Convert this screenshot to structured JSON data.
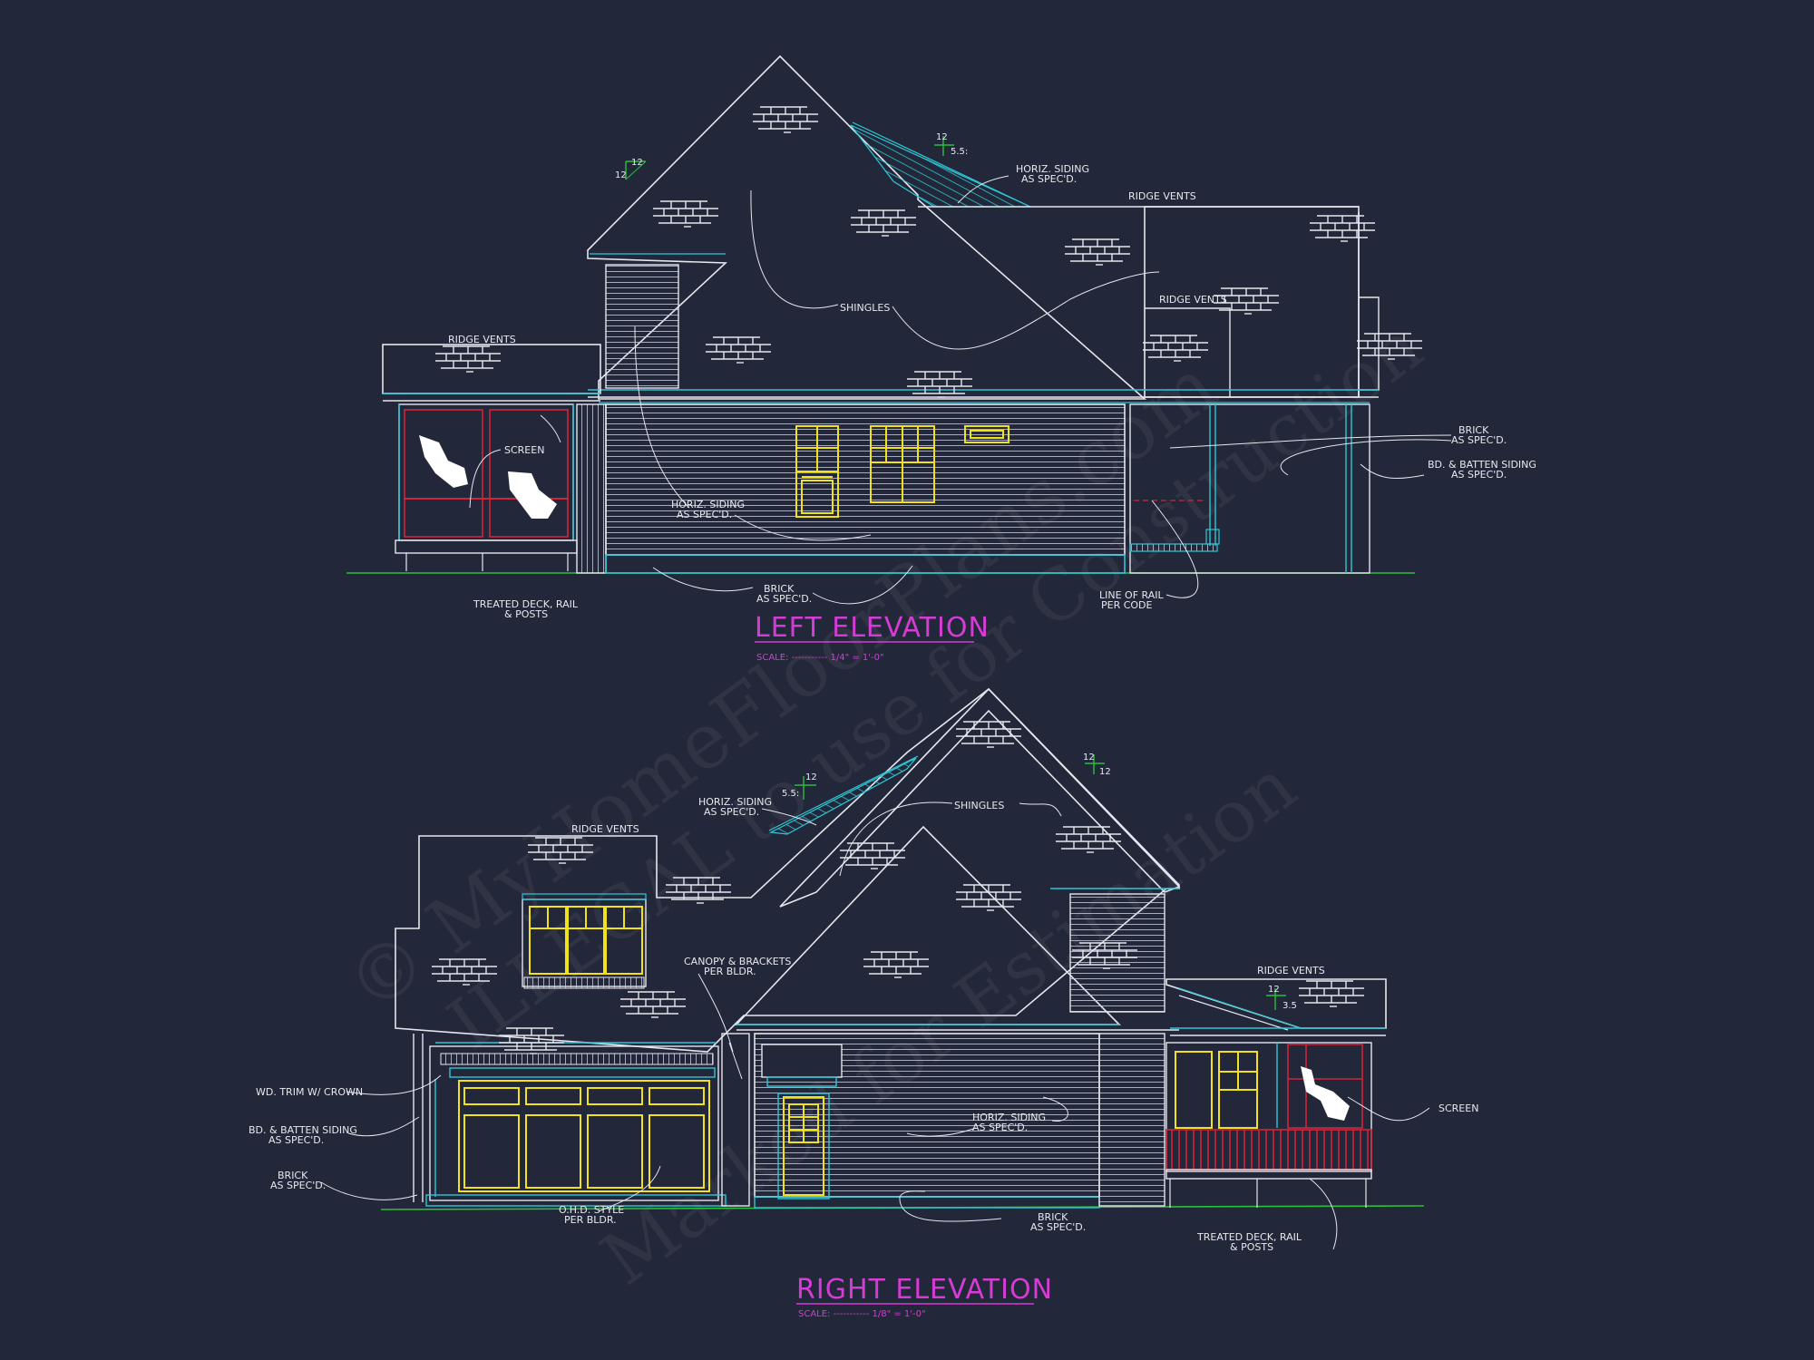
{
  "colors": {
    "background": "#222739",
    "outline": "#e6e6ee",
    "cyan": "#2ec7d6",
    "yellow": "#f2e21b",
    "red": "#d3243a",
    "green": "#2bbf3a",
    "magenta": "#d63bd6"
  },
  "watermark": {
    "line1": "© MyHomeFloorPlans.com",
    "line2": "ILLEGAL to use for Construction",
    "line3": "Marked for Estimation"
  },
  "left_elevation": {
    "title": "LEFT ELEVATION",
    "scale": "SCALE: ----------- 1/4\" = 1'-0\"",
    "pitch_main": {
      "rise": "12",
      "run": "12"
    },
    "pitch_rear": {
      "rise": "12",
      "run": "5.5:"
    },
    "notes": {
      "ridge_vents_left": "RIDGE VENTS",
      "ridge_vents_top": "RIDGE VENTS",
      "ridge_vents_right": "RIDGE VENTS",
      "horiz_siding_top": [
        "HORIZ. SIDING",
        "AS SPEC'D."
      ],
      "shingles": "SHINGLES",
      "screen": "SCREEN",
      "horiz_siding_wall": [
        "HORIZ. SIDING",
        "AS SPEC'D."
      ],
      "brick_right": [
        "BRICK",
        "AS SPEC'D."
      ],
      "batten_right": [
        "BD. & BATTEN SIDING",
        "AS SPEC'D."
      ],
      "brick_bottom": [
        "BRICK",
        "AS SPEC'D."
      ],
      "treated_deck": [
        "TREATED DECK, RAIL",
        "& POSTS"
      ],
      "line_of_rail": [
        "LINE OF RAIL",
        "PER CODE"
      ]
    }
  },
  "right_elevation": {
    "title": "RIGHT ELEVATION",
    "scale": "SCALE: ----------- 1/8\" = 1'-0\"",
    "pitch_main": {
      "rise": "12",
      "run": "12"
    },
    "pitch_left": {
      "rise": "12",
      "run": "5.5:"
    },
    "pitch_porch": {
      "rise": "12",
      "run": "3.5"
    },
    "notes": {
      "ridge_vents_left": "RIDGE VENTS",
      "ridge_vents_right": "RIDGE VENTS",
      "horiz_siding_top": [
        "HORIZ. SIDING",
        "AS SPEC'D."
      ],
      "shingles": "SHINGLES",
      "canopy": [
        "CANOPY & BRACKETS",
        "PER BLDR."
      ],
      "wd_trim": "WD. TRIM W/ CROWN",
      "batten": [
        "BD. & BATTEN SIDING",
        "AS SPEC'D."
      ],
      "brick_left": [
        "BRICK",
        "AS SPEC'D."
      ],
      "ohd": [
        "O.H.D. STYLE",
        "PER BLDR."
      ],
      "horiz_siding_wall": [
        "HORIZ. SIDING",
        "AS SPEC'D."
      ],
      "brick_bottom": [
        "BRICK",
        "AS SPEC'D."
      ],
      "treated_deck": [
        "TREATED DECK, RAIL",
        "& POSTS"
      ],
      "screen": "SCREEN"
    }
  }
}
